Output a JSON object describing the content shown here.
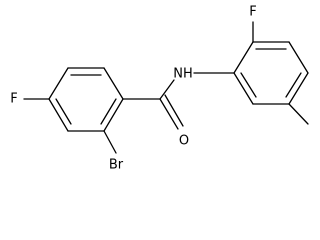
{
  "molecule": {
    "atoms": {
      "f_left": "F",
      "br": "Br",
      "o": "O",
      "nh": "NH",
      "f_right": "F"
    }
  }
}
